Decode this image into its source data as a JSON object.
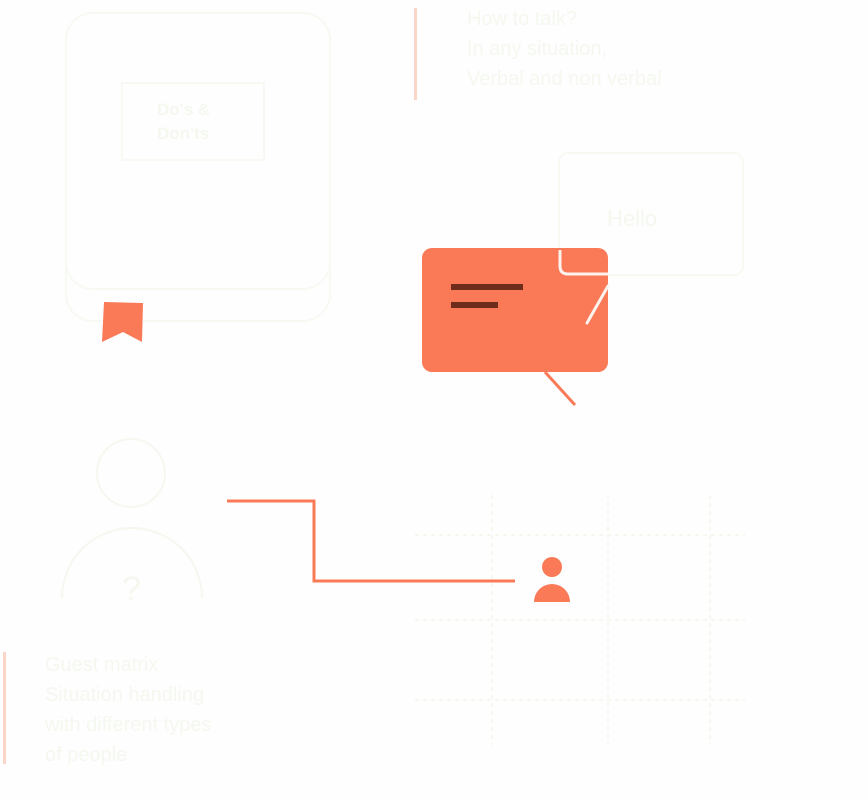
{
  "colors": {
    "accent": "#fa7957",
    "accent_dark": "#6e2d1c",
    "faint": "#f4f8ef",
    "accent_bar": "#fbd5c8",
    "background": "#fefefe"
  },
  "book": {
    "label": "Do's & Don'ts",
    "label_line1": "Do's &",
    "label_line2": "Don'ts",
    "icon": "bookmark-icon"
  },
  "top_caption": {
    "lines": [
      "How to talk?",
      "In any situation,",
      "Verbal and non verbal"
    ]
  },
  "hello_bubble": {
    "text": "Hello",
    "icon": "speech-bubble-icon"
  },
  "orange_bubble": {
    "icon": "message-lines-icon"
  },
  "guest": {
    "icon": "unknown-person-icon",
    "mark": "?"
  },
  "person_icon": "person-icon",
  "bottom_caption": {
    "lines": [
      "Guest matrix",
      "Situation handling",
      "with different types",
      "of people"
    ]
  }
}
